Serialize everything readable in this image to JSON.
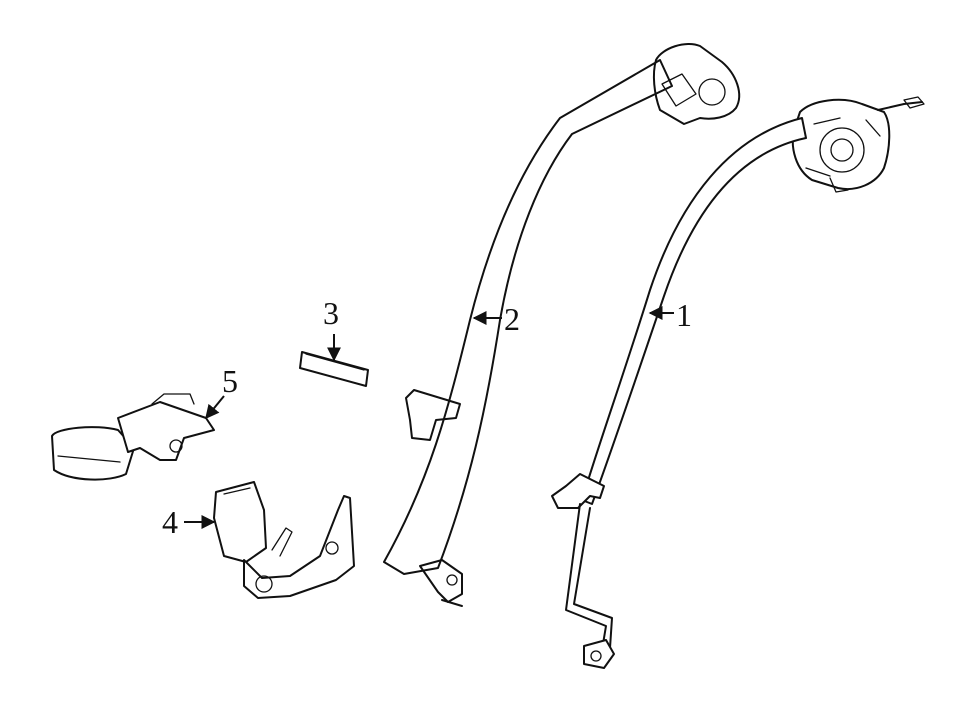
{
  "colors": {
    "highlight": "#8fd8f0",
    "line": "#111111",
    "background": "#ffffff"
  },
  "callouts": [
    {
      "id": "1",
      "label": "1"
    },
    {
      "id": "2",
      "label": "2"
    },
    {
      "id": "3",
      "label": "3"
    },
    {
      "id": "4",
      "label": "4"
    },
    {
      "id": "5",
      "label": "5"
    }
  ]
}
